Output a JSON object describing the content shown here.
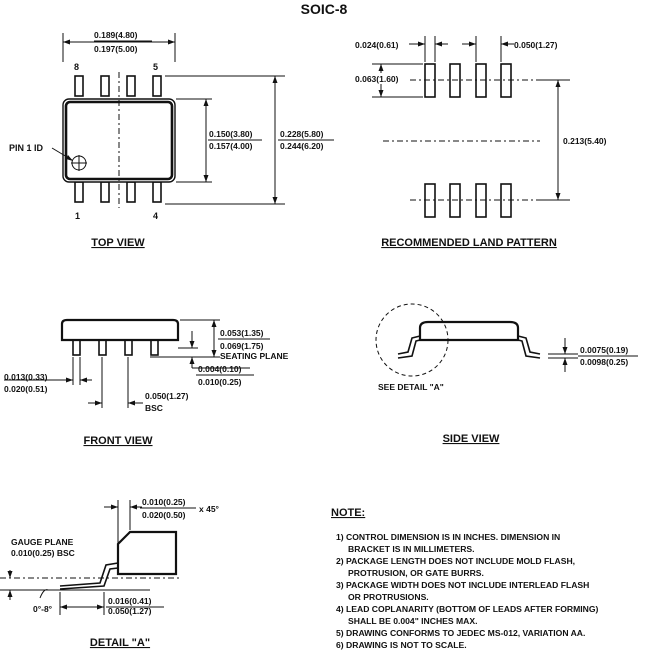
{
  "title": "SOIC-8",
  "views": {
    "top": "TOP VIEW",
    "land": "RECOMMENDED LAND PATTERN",
    "front": "FRONT VIEW",
    "side": "SIDE VIEW",
    "detail": "DETAIL \"A\""
  },
  "top_view": {
    "body_length_min": "0.189(4.80)",
    "body_length_max": "0.197(5.00)",
    "pin_8": "8",
    "pin_5": "5",
    "pin_1": "1",
    "pin_4": "4",
    "pin1_id": "PIN 1 ID",
    "body_width_min": "0.150(3.80)",
    "body_width_max": "0.157(4.00)",
    "overall_width_min": "0.228(5.80)",
    "overall_width_max": "0.244(6.20)"
  },
  "land_pattern": {
    "pad_width": "0.024(0.61)",
    "pitch": "0.050(1.27)",
    "pad_length": "0.063(1.60)",
    "span": "0.213(5.40)"
  },
  "front_view": {
    "height_min": "0.053(1.35)",
    "height_max": "0.069(1.75)",
    "seating_plane": "SEATING PLANE",
    "standoff_min": "0.004(0.10)",
    "standoff_max": "0.010(0.25)",
    "lead_width_min": "0.013(0.33)",
    "lead_width_max": "0.020(0.51)",
    "pitch": "0.050(1.27)",
    "pitch_note": "BSC"
  },
  "side_view": {
    "thickness_min": "0.0075(0.19)",
    "thickness_max": "0.0098(0.25)",
    "see_detail": "SEE DETAIL \"A\""
  },
  "detail_a": {
    "chamfer_min": "0.010(0.25)",
    "chamfer_max": "0.020(0.50)",
    "chamfer_angle": "x 45°",
    "gauge_plane": "GAUGE PLANE",
    "gauge_value": "0.010(0.25) BSC",
    "angle": "0°-8°",
    "foot_min": "0.016(0.41)",
    "foot_max": "0.050(1.27)"
  },
  "notes": {
    "heading": "NOTE:",
    "lines": [
      "1) CONTROL DIMENSION IS IN INCHES.  DIMENSION IN",
      "BRACKET IS IN MILLIMETERS.",
      "2) PACKAGE LENGTH DOES NOT INCLUDE MOLD FLASH,",
      "PROTRUSION, OR GATE BURRS.",
      "3) PACKAGE WIDTH DOES NOT INCLUDE INTERLEAD FLASH",
      "OR PROTRUSIONS.",
      "4) LEAD COPLANARITY (BOTTOM OF LEADS AFTER FORMING)",
      "SHALL BE 0.004\" INCHES MAX.",
      "5) DRAWING CONFORMS TO JEDEC MS-012, VARIATION AA.",
      "6) DRAWING IS NOT TO SCALE."
    ]
  }
}
